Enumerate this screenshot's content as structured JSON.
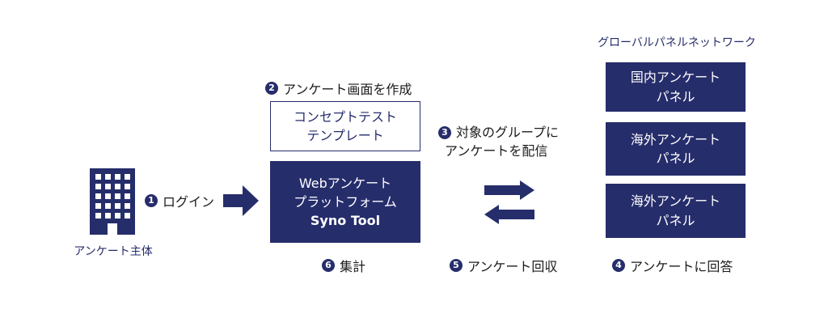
{
  "colors": {
    "primary": "#262d6b",
    "background": "#ffffff",
    "text": "#1b1b1b"
  },
  "company": {
    "icon": "building-icon",
    "caption": "アンケート主体"
  },
  "steps": {
    "s1": {
      "num": "1",
      "label": "ログイン"
    },
    "s2": {
      "num": "2",
      "label": "アンケート画面を作成"
    },
    "s3": {
      "num": "3",
      "line1": "対象のグループに",
      "line2": "アンケートを配信"
    },
    "s4": {
      "num": "4",
      "label": "アンケートに回答"
    },
    "s5": {
      "num": "5",
      "label": "アンケート回収"
    },
    "s6": {
      "num": "6",
      "label": "集計"
    }
  },
  "template_box": {
    "line1": "コンセプトテスト",
    "line2": "テンプレート"
  },
  "platform_box": {
    "line1": "Webアンケート",
    "line2": "プラットフォーム",
    "line3": "Syno Tool"
  },
  "panel_network": {
    "title": "グローバルパネルネットワーク",
    "panels": [
      {
        "line1": "国内アンケート",
        "line2": "パネル"
      },
      {
        "line1": "海外アンケート",
        "line2": "パネル"
      },
      {
        "line1": "海外アンケート",
        "line2": "パネル"
      }
    ]
  }
}
